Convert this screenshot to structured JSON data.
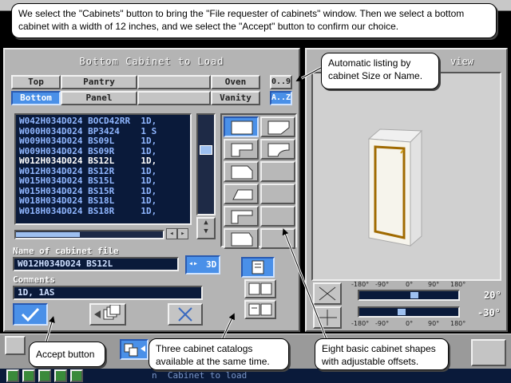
{
  "dialog": {
    "title": "Bottom Cabinet to Load",
    "categories": [
      {
        "label": "Top",
        "selected": false
      },
      {
        "label": "Pantry",
        "selected": false
      },
      {
        "label": "",
        "selected": false
      },
      {
        "label": "Oven",
        "selected": false
      },
      {
        "label": "Bottom",
        "selected": true
      },
      {
        "label": "Panel",
        "selected": false
      },
      {
        "label": "",
        "selected": false
      },
      {
        "label": "Vanity",
        "selected": false
      }
    ],
    "sort_size_label": "0..9",
    "sort_name_label": "A..Z",
    "files": [
      {
        "name": "W042H034D024",
        "code": "BOCD42RR",
        "info": "1D,",
        "selected": false
      },
      {
        "name": "W000H034D024",
        "code": "BP3424",
        "info": "1 S",
        "selected": false
      },
      {
        "name": "W009H034D024",
        "code": "BS09L",
        "info": "1D,",
        "selected": false
      },
      {
        "name": "W009H034D024",
        "code": "BS09R",
        "info": "1D,",
        "selected": false
      },
      {
        "name": "W012H034D024",
        "code": "BS12L",
        "info": "1D,",
        "selected": true
      },
      {
        "name": "W012H034D024",
        "code": "BS12R",
        "info": "1D,",
        "selected": false
      },
      {
        "name": "W015H034D024",
        "code": "BS15L",
        "info": "1D,",
        "selected": false
      },
      {
        "name": "W015H034D024",
        "code": "BS15R",
        "info": "1D,",
        "selected": false
      },
      {
        "name": "W018H034D024",
        "code": "BS18L",
        "info": "1D,",
        "selected": false
      },
      {
        "name": "W018H034D024",
        "code": "BS18R",
        "info": "1D,",
        "selected": false
      }
    ],
    "name_label": "Name of cabinet file",
    "name_value": "W012H034D024 BS12L",
    "button_3d": "3D",
    "comments_label": "Comments",
    "comments_value": "1D, 1AS",
    "list_scroll": 0.35,
    "hscroll": 0.45
  },
  "preview": {
    "title": "view",
    "rot1_ticks": [
      "-180°",
      "-90°",
      "0°",
      "90°",
      "180°"
    ],
    "rot1_value": "20°",
    "rot1_level": 0.56,
    "rot2_ticks": [
      "-180°",
      "-90°",
      "0°",
      "90°",
      "180°"
    ],
    "rot2_value": "-30°",
    "rot2_level": 0.42
  },
  "callouts": {
    "top": "We select the \"Cabinets\" button to bring the \"File requester of cabinets\" window. Then we select a bottom cabinet with a width of 12 inches, and we select the \"Accept\" button to confirm our choice.",
    "listing": "Automatic listing by cabinet Size or Name.",
    "accept": "Accept button",
    "catalogs": "Three cabinet catalogs available at the same time.",
    "shapes": "Eight basic cabinet shapes with adjustable offsets."
  },
  "status_text": "n  Cabinet to load",
  "colors": {
    "accent": "#4a90e8",
    "list_bg": "#0a1a3a",
    "list_text": "#8fb6ff",
    "panel": "#b4b4b4"
  }
}
